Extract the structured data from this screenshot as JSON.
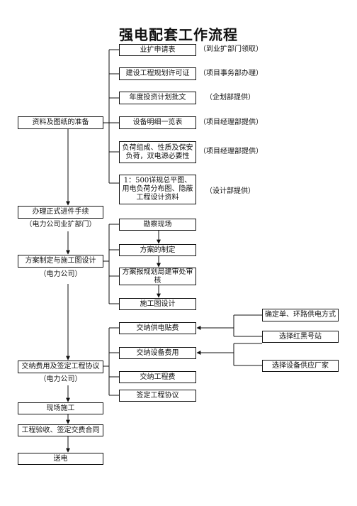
{
  "title": "强电配套工作流程",
  "main_steps": [
    {
      "label": "资料及图纸的准备"
    },
    {
      "label": "办理正式进件手续",
      "note": "（电力公司业扩部门）"
    },
    {
      "label": "方案制定与施工图设计",
      "note": "（电力公司）"
    },
    {
      "label": "交纳费用及签定工程协议",
      "note": "（电力公司）"
    },
    {
      "label": "现场施工"
    },
    {
      "label": "工程验收、签定交费合同"
    },
    {
      "label": "送电"
    }
  ],
  "prep_items": [
    {
      "label": "业扩申请表",
      "note": "（到业扩部门领取）"
    },
    {
      "label": "建设工程规划许可证",
      "note": "（项目事务部办理）"
    },
    {
      "label": "年度投资计划批文",
      "note": "（企划部提供）"
    },
    {
      "label": "设备明细一览表",
      "note": "（项目经理部提供）"
    },
    {
      "label": "负荷组成、性质及保安负荷，双电源必要性",
      "note": "（项目经理部提供）"
    },
    {
      "label": "1：500详规总平图、用电负荷分布图、隐蔽工程设计资料",
      "note": "（设计部提供）"
    }
  ],
  "design_items": [
    {
      "label": "勘察现场"
    },
    {
      "label": "方案的制定"
    },
    {
      "label": "方案报规划局建审处审核"
    },
    {
      "label": "施工图设计"
    }
  ],
  "fee_items": [
    {
      "label": "交纳供电贴费"
    },
    {
      "label": "交纳设备费用"
    },
    {
      "label": "交纳工程费"
    },
    {
      "label": "签定工程协议"
    }
  ],
  "right_items": [
    {
      "label": "确定单、环路供电方式"
    },
    {
      "label": "选择红黑号站"
    },
    {
      "label": "选择设备供应厂家"
    }
  ]
}
